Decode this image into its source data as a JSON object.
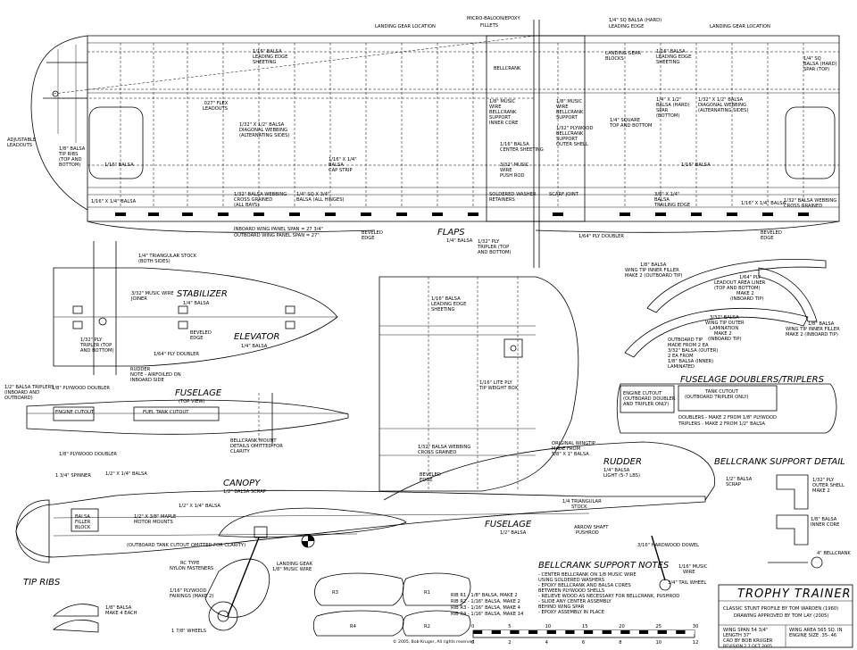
{
  "labels": {
    "landing_gear_left": "LANDING GEAR LOCATION",
    "landing_gear_right": "LANDING GEAR LOCATION",
    "micro_balloon": "MICRO-BALOON/EPOXY",
    "fillets": "FILLETS",
    "le_sq_a": "1/4\" SQ BALSA (HARD)",
    "le_sq_b": "LEADING EDGE",
    "bellcrank": "BELLCRANK",
    "le_sheet_a": "1/16\" BALSA",
    "le_sheet_b": "LEADING EDGE",
    "le_sheet_c": "SHEETING",
    "le_sheet2_a": "1/16\" BALSA",
    "le_sheet2_b": "LEADING EDGE",
    "le_sheet2_c": "SHEETING",
    "lg_blocks_a": "LANDING GEAR",
    "lg_blocks_b": "BLOCKS",
    "spar_top_a": "1/4\" SQ",
    "spar_top_b": "BALSA (HARD)",
    "spar_top_c": "SPAR (TOP)",
    "flex_a": ".027\" FLEX",
    "flex_b": "LEADOUTS",
    "music_a": "1/8\" MUSIC",
    "music_b": "WIRE",
    "music_c": "BELLCRANK",
    "music_d": "SUPPORT",
    "music_e": "INNER CORE",
    "bc_a": "1/8\" MUSIC",
    "bc_b": "WIRE",
    "bc_c": "BELLCRANK",
    "bc_d": "SUPPORT",
    "spar_a": "1/4\" X 1/2\"",
    "spar_b": "BALSA (HARD)",
    "spar_c": "SPAR",
    "spar_d": "(BOTTOM)",
    "web_a": "1/32\" X 1/2\" BALSA",
    "web_b": "DIAGONAL WEBBING",
    "web_c": "(ALTERNATING SIDES)",
    "web2_a": "1/32\" X 1/2\" BALSA",
    "web2_b": "DIAGONAL WEBBING",
    "web2_c": "(ALTERNATING SIDES)",
    "sq_a": "1/4\" SQUARE",
    "sq_b": "TOP AND BOTTOM",
    "ply_a": "1/32\" PLYWOOD",
    "ply_b": "BELLCRANK",
    "ply_c": "SUPPORT",
    "ply_d": "OUTER SHELL",
    "adj_a": "ADJUSTABLE",
    "adj_b": "LEADOUTS",
    "tip_a": "1/8\" BALSA",
    "tip_b": "TIP RIBS",
    "tip_c": "(TOP AND",
    "tip_d": "BOTTOM)",
    "b116": "1/16\" BALSA",
    "cap_a": "1/16\" X 1/4\"",
    "cap_b": "BALSA",
    "cap_c": "CAP STRIP",
    "ctr_a": "1/16\" BALSA",
    "ctr_b": "CENTER SHEETING",
    "pr_a": "3/32\" MUSIC",
    "pr_b": "WIRE",
    "pr_c": "PUSH ROD",
    "b116_right": "1/16\" BALSA",
    "te_a": "3/8\" X 1/4\"",
    "te_b": "BALSA",
    "te_c": "TRAILING EDGE",
    "cap_l": "1/16\" X 1/4\" BALSA",
    "cw_a": "1/32\" BALSA WEBBING",
    "cw_b": "CROSS GRAINED",
    "cw_c": "(ALL BAYS)",
    "sq34_a": "1/4\" SQ X 3/4\"",
    "sq34_b": "BALSA (ALL HINGES)",
    "sw_a": "SOLDERED WASHER",
    "sw_b": "RETAINERS",
    "scarf": "SCARF JOINT",
    "cap_r": "1/16\" X 1/4\" BALSA",
    "cw_r_a": "1/32\" BALSA WEBBING",
    "cw_r_b": "CROSS GRAINED",
    "span_in": "INBOARD WING PANEL SPAN = 27 3/4\"",
    "span_out": "OUTBOARD WING PANEL SPAN = 27\"",
    "bev_l_a": "BEVELED",
    "bev_l_b": "EDGE",
    "flaps": "FLAPS",
    "flaps_sub": "1/4\" BALSA",
    "trip_a": "1/32\" PLY",
    "trip_b": "TRIPLER (TOP",
    "trip_c": "AND BOTTOM)",
    "dbl_r": "1/64\" PLY DOUBLER",
    "bev_r_a": "BEVELED",
    "bev_r_b": "EDGE",
    "tri_a": "1/4\" TRIANGULAR STOCK",
    "tri_b": "(BOTH SIDES)",
    "joiner_a": "3/32\" MUSIC WIRE",
    "joiner_b": "JOINER",
    "stab": "STABILIZER",
    "stab_sub": "1/4\" BALSA",
    "stp_a": "1/32\" PLY",
    "stp_b": "TRIPLER (TOP",
    "stp_c": "AND BOTTOM)",
    "sbev_a": "BEVELED",
    "sbev_b": "EDGE",
    "elev": "ELEVATOR",
    "elev_sub": "1/4\" BALSA",
    "edbl": "1/64\" PLY DOUBLER",
    "rud_a": "RUDDER",
    "rud_b": "NOTE - AIRFOILED ON",
    "rud_c": "INBOARD SIDE",
    "fus_top": "FUSELAGE",
    "fus_top_sub": "(TOP VIEW)",
    "trp_a": "1/2\" BALSA TRIPLERS",
    "trp_b": "(INBOARD AND",
    "trp_c": "OUTBOARD)",
    "pdbl_top": "1/8\" PLYWOOD DOUBLER",
    "eng_cut": "ENGINE CUTOUT",
    "fuel_cut": "FUEL TANK CUTOUT",
    "bmd_a": "BELLCRANK MOUNT",
    "bmd_b": "DETAILS OMITTED FOR",
    "bmd_c": "CLARITY",
    "pdbl_bot": "1/8\" PLYWOOD DOUBLER",
    "c_le_a": "1/16\" BALSA",
    "c_le_b": "LEADING EDGE",
    "c_le_c": "SHEETING",
    "lite_a": "1/16\" LITE PLY",
    "lite_b": "TIP WEIGHT BOX",
    "c_web_a": "1/32\" BALSA WEBBING",
    "c_web_b": "CROSS GRAINED",
    "c_bev_a": "BEVELED",
    "c_bev_b": "EDGE",
    "wtip_a": "ORIGINAL WINGTIP",
    "wtip_b": "MADE FROM",
    "wtip_c": "5/8\" X 1\" BALSA",
    "tipfill_a": "1/8\" BALSA",
    "tipfill_b": "WING TIP INNER FILLER",
    "tipfill_c": "MAKE 2 (OUTBOARD TIP)",
    "lead_a": "1/64\" PLY",
    "lead_b": "LEADOUT AREA LINER",
    "lead_c": "(TOP AND BOTTOM)",
    "lead_d": "MAKE 2",
    "lead_e": "(INBOARD TIP)",
    "shell_a": "3/32\" BALSA",
    "shell_b": "WING TIP OUTER",
    "shell_c": "LAMINATION",
    "shell_d": "MAKE 2",
    "shell_e": "(INBOARD TIP)",
    "ob_a": "OUTBOARD TIP",
    "ob_b": "MADE FROM 2 EA",
    "ob_c": "3/32\" BALSA (OUTER)",
    "ob_d": "2 EA FROM",
    "ob_e": "1/8\" BALSA (INNER)",
    "ob_f": "LAMINATED",
    "ib_a": "1/8\" BALSA",
    "ib_b": "WING TIP INNER FILLER",
    "ib_c": "MAKE 2 (INBOARD TIP)",
    "fd_title": "FUSELAGE DOUBLERS/TRIPLERS",
    "fd_eng_a": "ENGINE CUTOUT",
    "fd_eng_b": "(OUTBOARD DOUBLER",
    "fd_eng_c": "AND TRIPLER ONLY)",
    "fd_tank_a": "TANK CUTOUT",
    "fd_tank_b": "(OUTBOARD TRIPLER ONLY)",
    "fd_note_a": "DOUBLERS - MAKE 2 FROM 1/8\" PLYWOOD",
    "fd_note_b": "TRIPLERS - MAKE 2 FROM 1/2\" BALSA",
    "bsd_title": "BELLCRANK SUPPORT DETAIL",
    "rudder": "RUDDER",
    "rudder_a": "1/4\" BALSA",
    "rudder_b": "LIGHT (5-7 LBS)",
    "scrap_a": "1/2\" BALSA",
    "scrap_b": "SCRAP",
    "bsd_ply_a": "1/32\" PLY",
    "bsd_ply_b": "OUTER SHELL",
    "bsd_ply_c": "MAKE 2",
    "bsd_core_a": "1/8\" BALSA",
    "bsd_core_b": "INNER CORE",
    "bc_right": "4\" BELLCRANK",
    "spinner": "1 3/4\" SPINNER",
    "fsheet": "1/2\" X 1/4\" BALSA",
    "canopy": "CANOPY",
    "canopy_sub": "1/2\" BALSA SCRAP",
    "fs2": "1/2\" X 1/4\" BALSA",
    "ba_a": "BALSA",
    "ba_b": "FILLER",
    "ba_c": "BLOCK",
    "mm_a": "1/2\" X 3/8\" MAPLE",
    "mm_b": "MOTOR MOUNTS",
    "oc": "(OUTBOARD TANK CUTOUT OMITTED FOR CLARITY)",
    "fus_side": "FUSELAGE",
    "fus_side_sub": "1/2\" BALSA",
    "ts_a": "1/4 TRIANGULAR",
    "ts_b": "STOCK",
    "ar_a": "ARROW SHAFT",
    "ar_b": "PUSHROD",
    "dowel": "3/16\" HARDWOOD DOWEL",
    "mw_a": "1/16\" MUSIC",
    "mw_b": "WIRE",
    "tw": "3/4\" TAIL WHEEL",
    "rc_a": "RC TYPE",
    "rc_b": "NYLON FASTENERS",
    "pf_a": "1/16\" PLYWOOD",
    "pf_b": "FAIRINGS (MAKE 2)",
    "wh": "1 7/8\" WHEELS",
    "lg_a": "LANDING GEAR",
    "lg_b": "1/8\" MUSIC WIRE",
    "tip_ribs": "TIP RIBS",
    "tr_a": "1/8\" BALSA",
    "tr_b": "MAKE 4 EACH",
    "rib_r1": "RIB R1 - 1/8\" BALSA, MAKE 2",
    "rib_r2": "RIB R2 - 1/16\" BALSA, MAKE 2",
    "rib_r3": "RIB R3 - 1/16\" BALSA, MAKE 4",
    "rib_r4": "RIB R4 - 1/16\" BALSA, MAKE 14",
    "bsn_title": "BELLCRANK SUPPORT NOTES",
    "bsn_1": "- CENTER BELLCRANK ON 1/8 MUSIC WIRE",
    "bsn_2": "  USING SOLDERED WASHERS",
    "bsn_3": "- EPOXY BELLCRANK AND BALSA CORES",
    "bsn_4": "  BETWEEN PLYWOOD SHELLS",
    "bsn_5": "- RELIEVE WOOD AS NECESSARY FOR BELLCRANK, PUSHROD",
    "bsn_6": "- SLIDE ANY CENTER ASSEMBLY",
    "bsn_7": "  BEHIND WING SPAR",
    "bsn_8": "- EPOXY ASSEMBLY IN PLACE",
    "title": "TROPHY TRAINER",
    "sub_a": "CLASSIC STUNT PROFILE BY TOM WARDEN (1960)",
    "sub_b": "DRAWING APPROVED BY TOM LAY   (2005)",
    "sp_a": "WING SPAN 54 3/4\"",
    "sp_b": "LENGTH 37\"",
    "sp_c": "CAD BY BOB KRUGER",
    "sp_d": "REVISION 2   7 OCT 2005",
    "wa_a": "WING AREA 565 SQ. IN",
    "wa_b": "ENGINE SIZE .35-.46",
    "copy": "© 2005, Bob Kruger, All rights reserved",
    "rib_r1_tag": "R1",
    "rib_r2_tag": "R2",
    "rib_r3_tag": "R3",
    "rib_r4_tag": "R4"
  },
  "scale_ticks": [
    "0",
    "5",
    "10",
    "15",
    "20",
    "25",
    "30"
  ],
  "scale_bottom": [
    "0",
    "2",
    "4",
    "6",
    "8",
    "10",
    "12"
  ]
}
